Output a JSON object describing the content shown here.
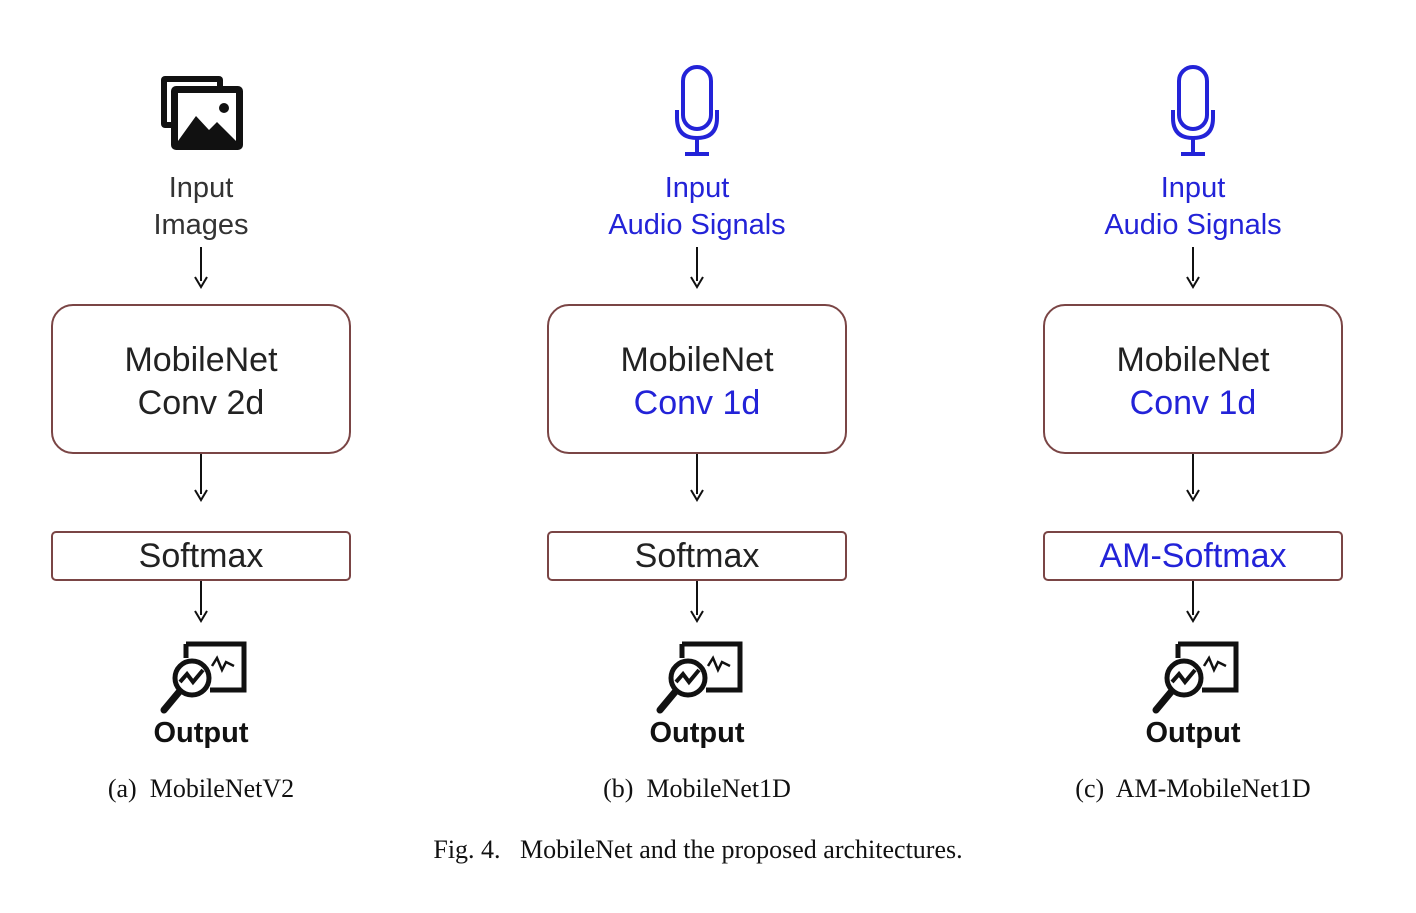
{
  "panels": [
    {
      "input_icon": "image-stack-icon",
      "input_line1": "Input",
      "input_line2": "Images",
      "conv_line1": "MobileNet",
      "conv_line2": "Conv 2d",
      "softmax": "Softmax",
      "output_icon": "analytics-monitor-icon",
      "output": "Output",
      "subcaption": "(a)  MobileNetV2"
    },
    {
      "input_icon": "microphone-icon",
      "input_line1": "Input",
      "input_line2": "Audio Signals",
      "conv_line1": "MobileNet",
      "conv_line2": "Conv 1d",
      "softmax": "Softmax",
      "output_icon": "analytics-monitor-icon",
      "output": "Output",
      "subcaption": "(b)  MobileNet1D"
    },
    {
      "input_icon": "microphone-icon",
      "input_line1": "Input",
      "input_line2": "Audio Signals",
      "conv_line1": "MobileNet",
      "conv_line2": "Conv 1d",
      "softmax": "AM-Softmax",
      "output_icon": "analytics-monitor-icon",
      "output": "Output",
      "subcaption": "(c)  AM-MobileNet1D"
    }
  ],
  "caption": "Fig. 4.   MobileNet and the proposed architectures.",
  "colors": {
    "highlight": "#2323d8",
    "text": "#222222",
    "box_border": "#7a4545"
  }
}
